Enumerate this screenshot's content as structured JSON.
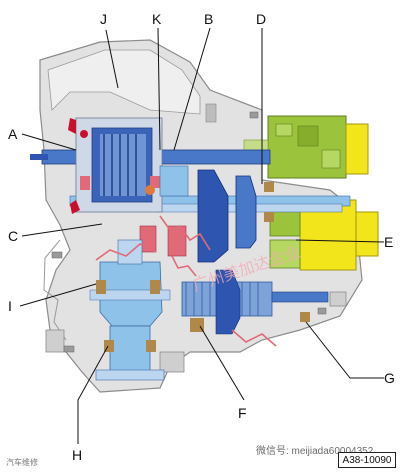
{
  "callouts": {
    "A": "A",
    "B": "B",
    "C": "C",
    "D": "D",
    "E": "E",
    "F": "F",
    "G": "G",
    "H": "H",
    "I": "I",
    "J": "J",
    "K": "K"
  },
  "figure_id": "A38-10090",
  "overlay_watermark": "广州美加达企业",
  "watermark": "微信号: meijiada60004352",
  "corner_tag": "汽车维修",
  "colors": {
    "housing": "#e2e2e2",
    "housing_line": "#8c8c8c",
    "shaft_blue": "#4a78c8",
    "dark_blue": "#2e56b0",
    "light_blue": "#8fc2e8",
    "pale_blue": "#bcd6ef",
    "green": "#9bc43c",
    "yellow": "#f2e51c",
    "pink": "#e06a78",
    "red": "#c8102e",
    "bronze": "#b0894a"
  }
}
